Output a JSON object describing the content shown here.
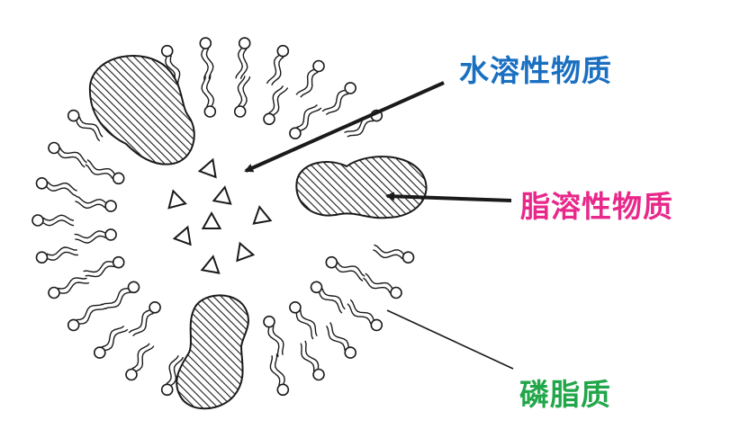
{
  "labels": {
    "water_soluble": {
      "text": "水溶性物质",
      "color": "#1a6fc1"
    },
    "fat_soluble": {
      "text": "脂溶性物质",
      "color": "#e8288a"
    },
    "phospholipid": {
      "text": "磷脂质",
      "color": "#22a64a"
    }
  },
  "colors": {
    "line": "#1a1a1a",
    "background": "#ffffff"
  }
}
